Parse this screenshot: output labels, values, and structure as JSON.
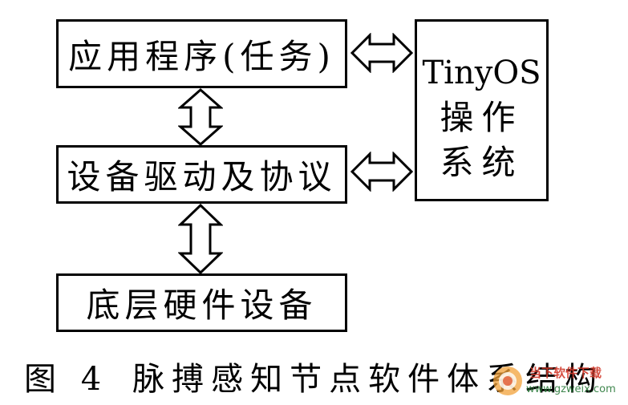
{
  "diagram": {
    "boxes": {
      "application": "应用程序(任务)",
      "driver": "设备驱动及协议",
      "hardware": "底层硬件设备",
      "os_line1": "TinyOS",
      "os_line2": "操作",
      "os_line3": "系统"
    },
    "caption_label": "图 4",
    "caption_text": "脉搏感知节点软件体系结构"
  },
  "watermark": {
    "title": "当下软件下载",
    "url": "www.gzweix.com"
  }
}
